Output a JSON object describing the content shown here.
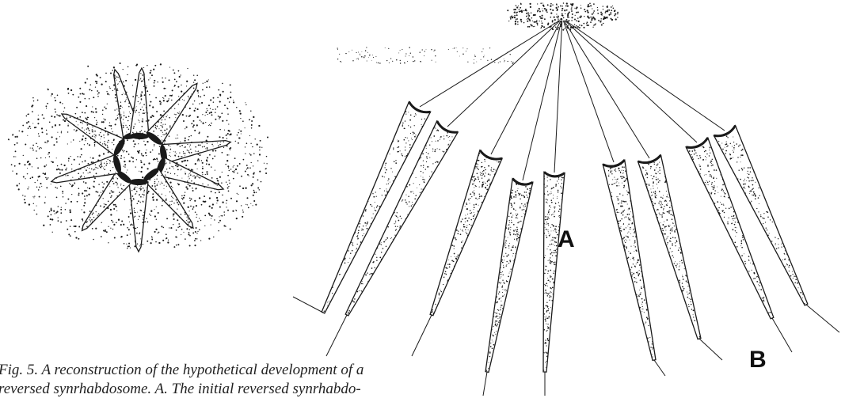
{
  "figure": {
    "panel_a_label": "A",
    "panel_b_label": "B",
    "caption_line_1": "Fig. 5. A reconstruction of the hypothetical development of a",
    "caption_line_2": "reversed synrhabdosome. A. The initial reversed synrhabdo-",
    "ink_color": "#1a1a1a"
  }
}
